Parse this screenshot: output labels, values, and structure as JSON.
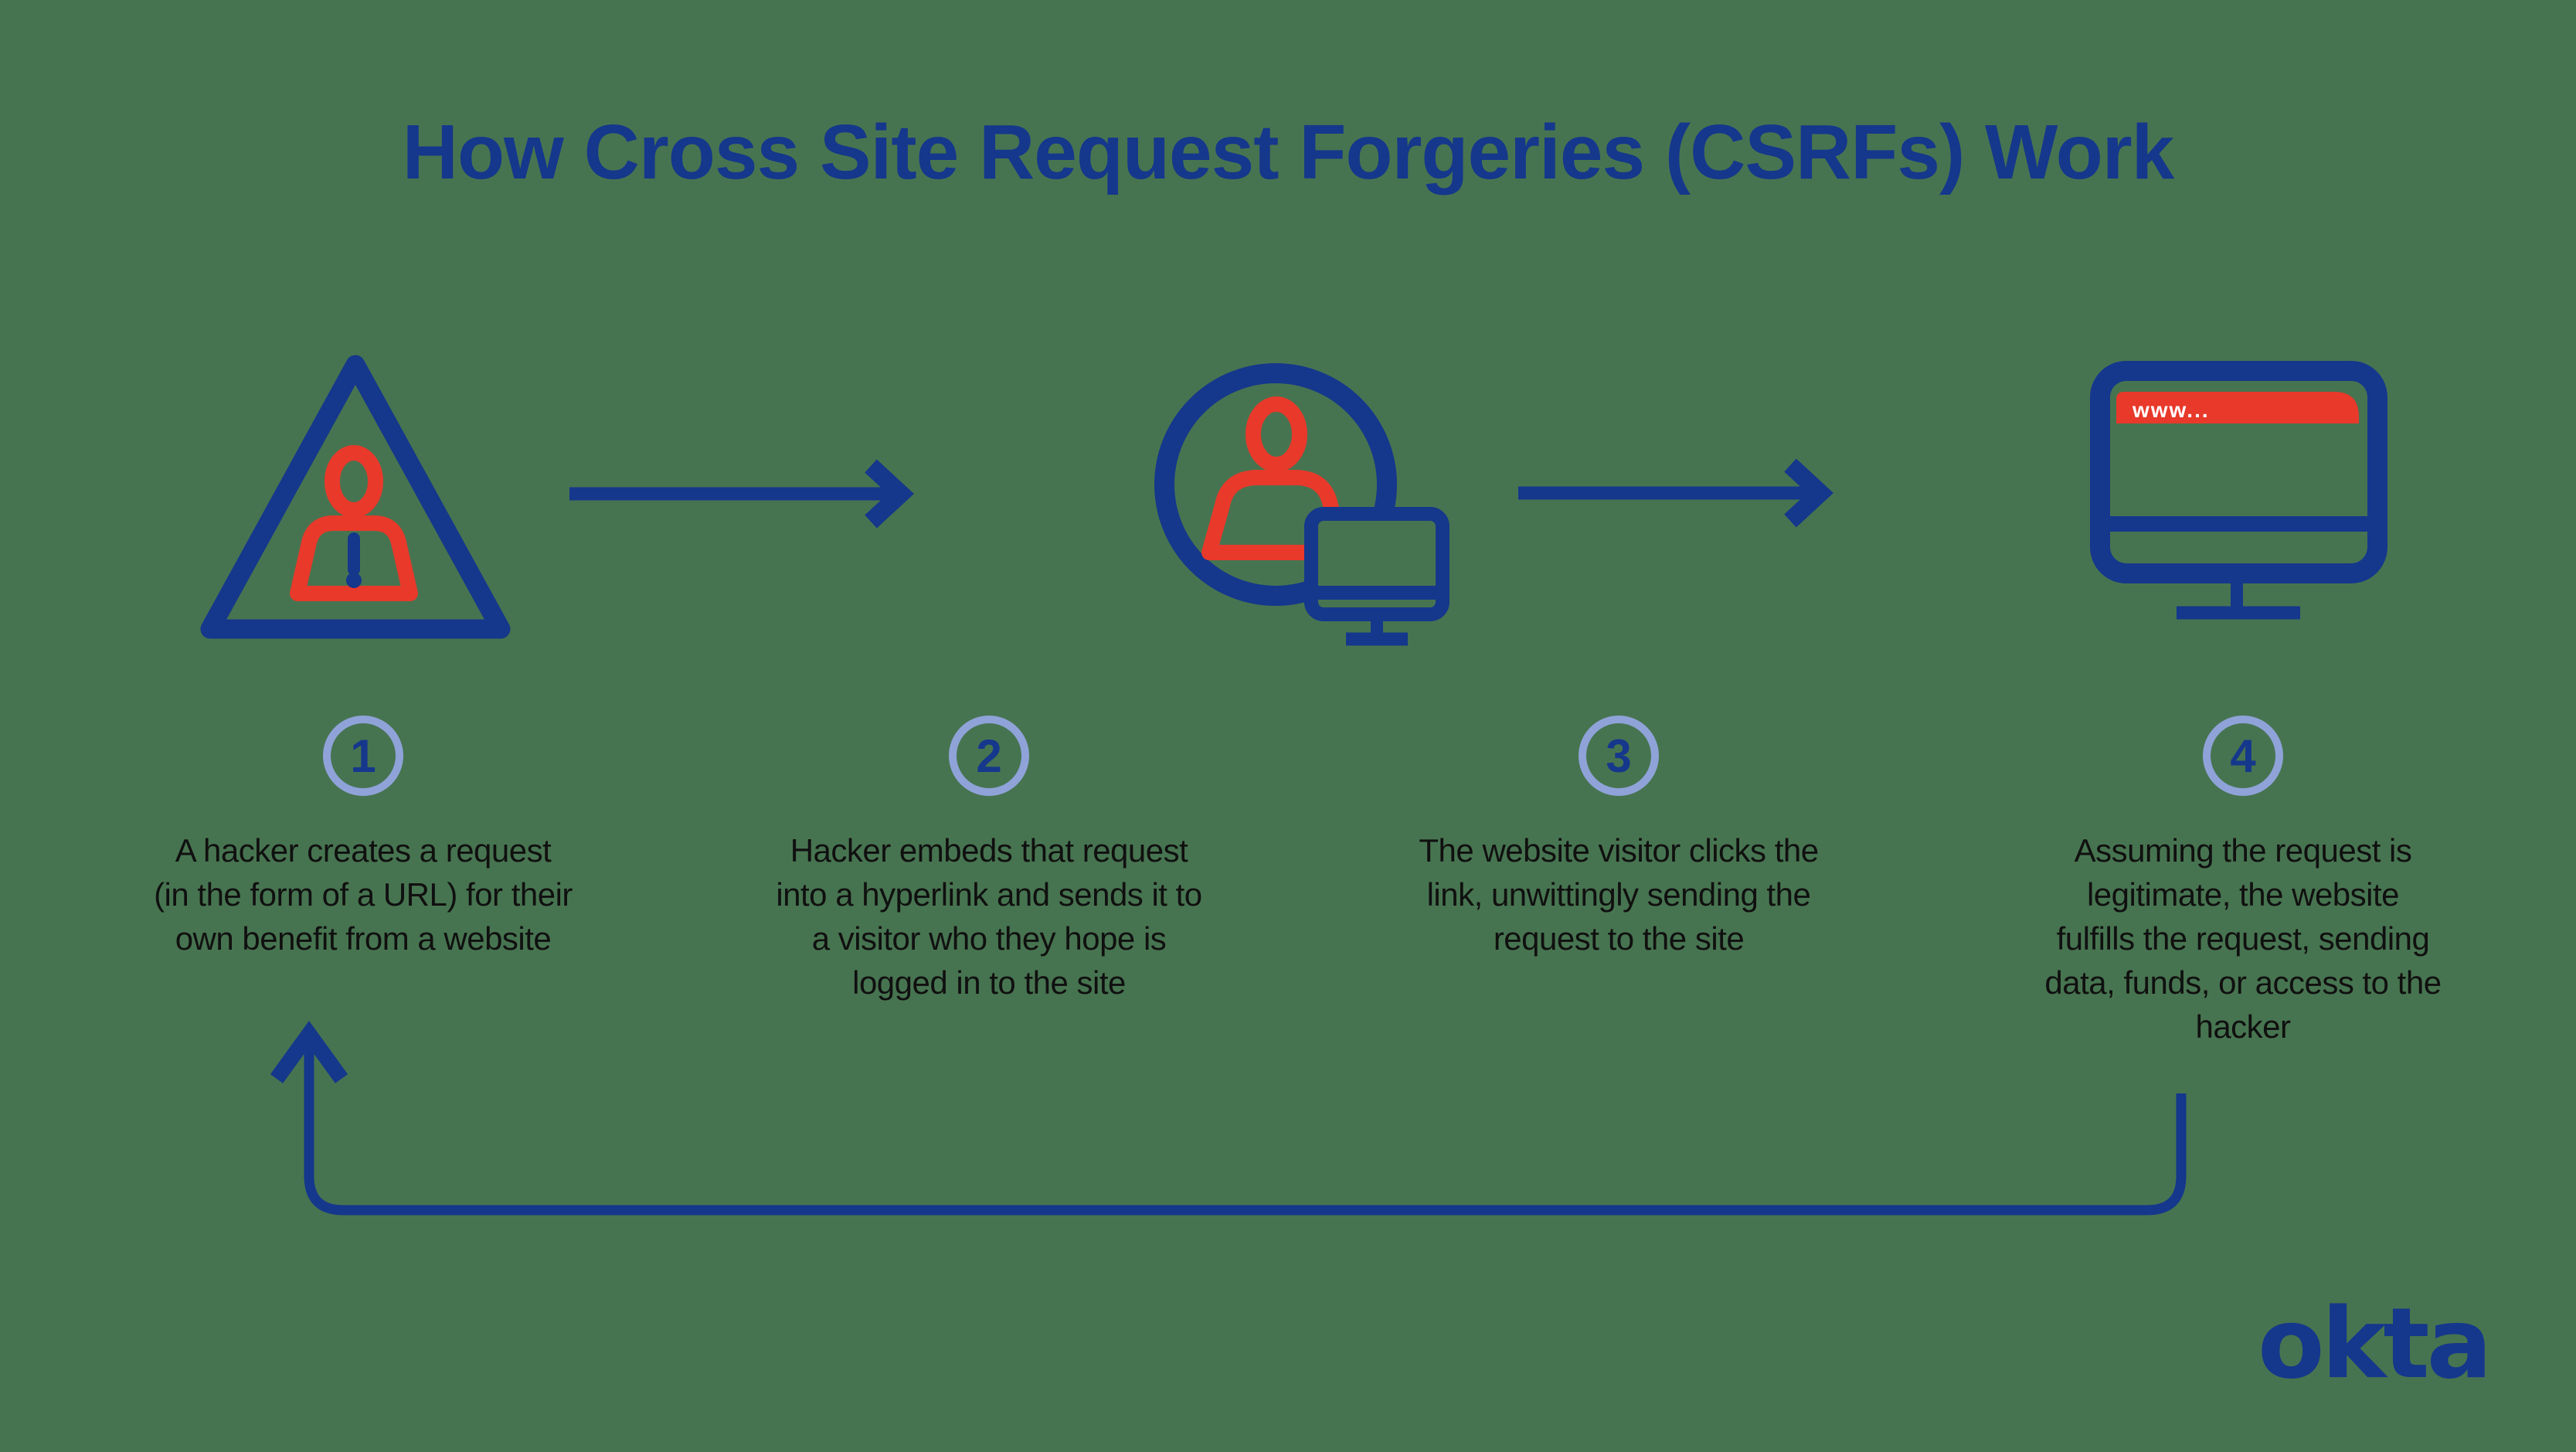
{
  "title": "How Cross Site Request Forgeries (CSRFs) Work",
  "steps": [
    {
      "number": "1",
      "icon": "hacker-warning-triangle-icon",
      "text": "A hacker creates a request (in the form of a URL) for their own benefit from a website",
      "lines": [
        "A hacker creates a request",
        "(in the form of a URL) for their",
        "own benefit from a website"
      ]
    },
    {
      "number": "2",
      "icon": "visitor-with-computer-icon",
      "text": "Hacker embeds that request into a hyperlink and sends it to a visitor who they hope is logged in to the site",
      "lines": [
        "Hacker embeds that request",
        "into a hyperlink and sends it to",
        "a visitor who they hope is",
        "logged in to the site"
      ]
    },
    {
      "number": "3",
      "icon": null,
      "text": "The website visitor clicks the link, unwittingly sending the request to the site",
      "lines": [
        "The website visitor clicks the",
        "link, unwittingly sending the",
        "request to the site"
      ]
    },
    {
      "number": "4",
      "icon": "website-browser-monitor-icon",
      "text": "Assuming the request is legitimate, the website fulfills the request, sending data, funds, or access to the hacker",
      "lines": [
        "Assuming the request is",
        "legitimate, the website",
        "fulfills the request, sending",
        "data, funds, or access to the",
        "hacker"
      ]
    }
  ],
  "browser_bar_text": "www...",
  "logo_text": "okta",
  "colors": {
    "navy": "#15378C",
    "red": "#E8392B",
    "badge_ring": "#8FA3D9",
    "body_text": "#101010",
    "background": "#477450",
    "bar_text": "#FFFFFF"
  }
}
